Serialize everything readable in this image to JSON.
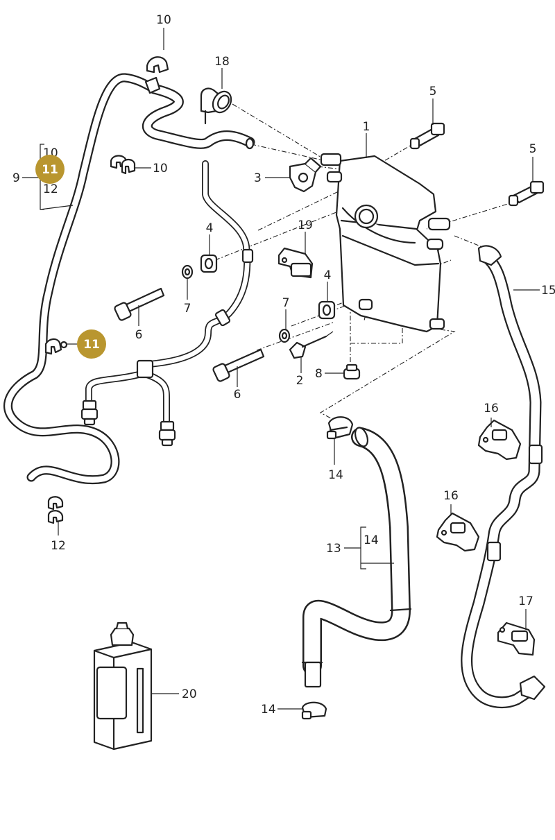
{
  "callouts": {
    "c1": "1",
    "c2": "2",
    "c3": "3",
    "c4a": "4",
    "c4b": "4",
    "c5a": "5",
    "c5b": "5",
    "c6a": "6",
    "c6b": "6",
    "c7a": "7",
    "c7b": "7",
    "c8": "8",
    "c9": "9",
    "c10a": "10",
    "c10b": "10",
    "c10c": "10",
    "c12a": "12",
    "c12b": "12",
    "c13": "13",
    "c14a": "14",
    "c14b": "14",
    "c14c": "14",
    "c15": "15",
    "c16a": "16",
    "c16b": "16",
    "c17": "17",
    "c18": "18",
    "c19": "19",
    "c20": "20"
  },
  "badges": {
    "b1": "11",
    "b2": "11"
  },
  "colors": {
    "badge": "#b9962f",
    "line": "#222222"
  }
}
